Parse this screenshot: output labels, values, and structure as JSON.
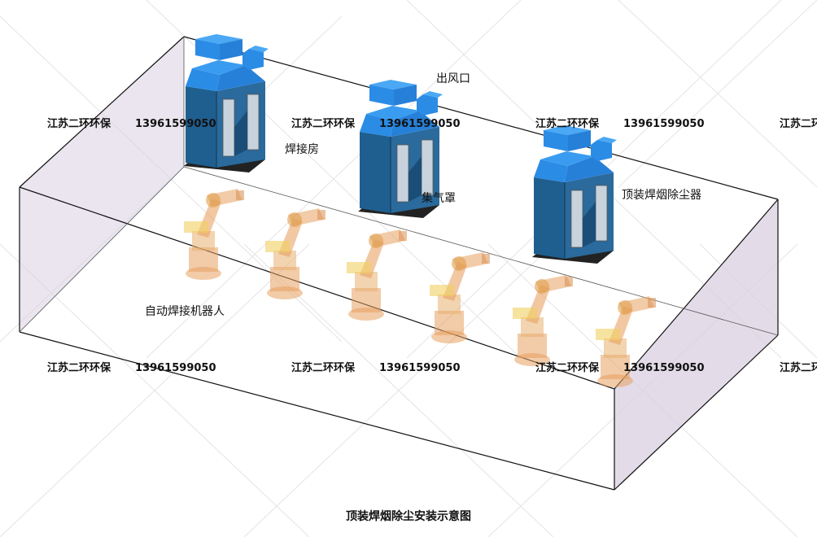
{
  "caption": "顶装焊烟除尘安装示意图",
  "labels": {
    "outlet": "出风口",
    "welding_room": "焊接房",
    "hood": "集气罩",
    "collector": "顶装焊烟除尘器",
    "robot": "自动焊接机器人"
  },
  "watermark": {
    "company": "江苏二环环保",
    "company_cut": "江苏二环",
    "phone": "13961599050"
  },
  "colors": {
    "collector_main": "#1f5f8f",
    "collector_top": "#2b8ce6",
    "robot": "#e8a060",
    "room_edge": "#111111",
    "room_wall": "#d9cfe0"
  }
}
